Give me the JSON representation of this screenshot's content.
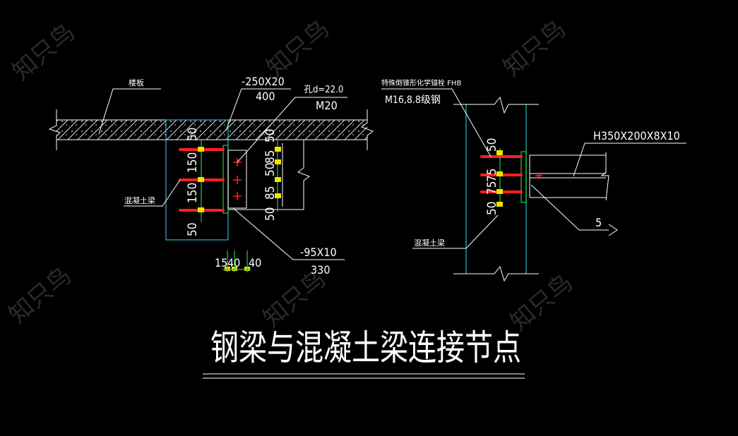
{
  "drawing": {
    "title": "钢梁与混凝土梁连接节点",
    "watermark": "知只鸟",
    "left_detail": {
      "slab_label": "楼板",
      "beam_label": "混凝土梁",
      "plate_top": "-250X20",
      "plate_top_sub": "400",
      "hole_label": "孔d=22.0",
      "hole_sub": "M20",
      "plate_bottom": "-95X10",
      "plate_bottom_sub": "330",
      "dims_left": [
        "50",
        "150",
        "150",
        "50"
      ],
      "dims_right": [
        "50",
        "85",
        "50",
        "85",
        "50"
      ],
      "dims_bottom": [
        "15",
        "40",
        "40"
      ]
    },
    "right_detail": {
      "anchor_label": "特殊倒锥形化学锚栓 FHB",
      "anchor_sub": "M16,8.8级钢",
      "beam_section": "H350X200X8X10",
      "beam_label": "混凝土梁",
      "weld_size": "5",
      "dims": [
        "50",
        "75",
        "75",
        "50"
      ]
    }
  }
}
